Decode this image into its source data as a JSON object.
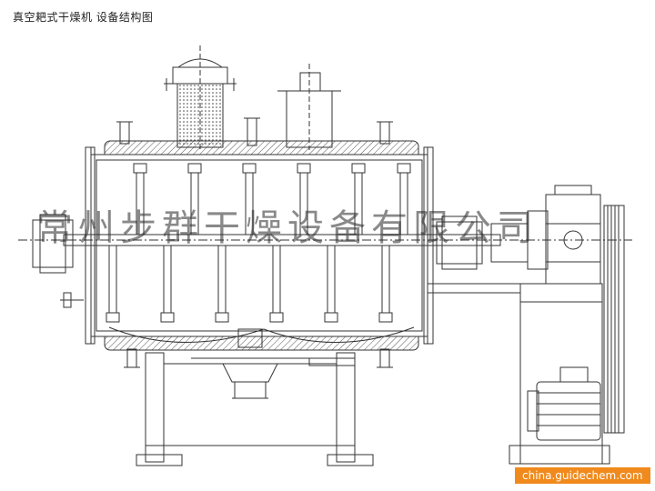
{
  "diagram": {
    "title": "真空耙式干燥机  设备结构图",
    "watermark": "常州步群干燥设备有限公司",
    "source_badge": "china.guidechem.com"
  },
  "colors": {
    "line": "#333333",
    "hatch": "#555555",
    "badge": "#f08a1c",
    "background": "#ffffff"
  },
  "components": [
    "dust-filter-housing",
    "vapor-outlet-dome",
    "jacketed-drum",
    "agitator-shaft",
    "rake-blades",
    "discharge-valve",
    "gear-reducer",
    "drive-motor",
    "v-belt-sheave",
    "support-frame"
  ]
}
